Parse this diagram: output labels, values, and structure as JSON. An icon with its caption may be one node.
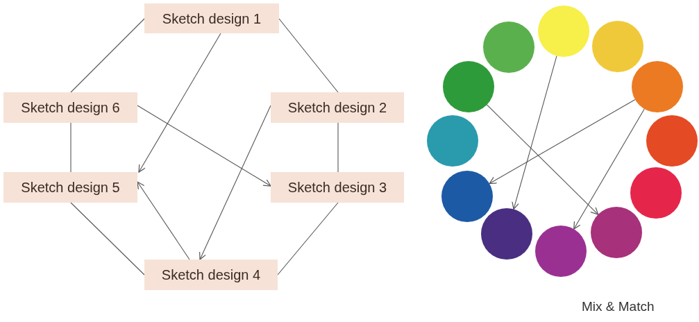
{
  "diagram": {
    "nodes": [
      {
        "text": [
          "Sketch design 1"
        ]
      },
      {
        "text": [
          "Sketch design 2"
        ]
      },
      {
        "text": [
          "Sketch design 3"
        ]
      },
      {
        "text": [
          "Sketch design 4"
        ]
      },
      {
        "text": [
          "Sketch design 5"
        ]
      },
      {
        "text": [
          "Sketch design 6"
        ]
      },
      {
        "text": [],
        "shape": "circle"
      },
      {
        "text": [],
        "shape": "circle"
      },
      {
        "text": [],
        "shape": "circle"
      },
      {
        "text": [],
        "shape": "circle"
      },
      {
        "text": [],
        "shape": "circle"
      },
      {
        "text": [],
        "shape": "circle"
      },
      {
        "text": [],
        "shape": "circle"
      },
      {
        "text": [],
        "shape": "circle"
      },
      {
        "text": [],
        "shape": "circle"
      },
      {
        "text": [],
        "shape": "circle"
      },
      {
        "text": [],
        "shape": "circle"
      },
      {
        "text": [],
        "shape": "circle"
      }
    ],
    "edges": [
      {
        "from": 0,
        "to": 1,
        "arrow": "none"
      },
      {
        "from": 1,
        "to": 2,
        "arrow": "none"
      },
      {
        "from": 2,
        "to": 3,
        "arrow": "none"
      },
      {
        "from": 3,
        "to": 4,
        "arrow": "none"
      },
      {
        "from": 4,
        "to": 5,
        "arrow": "none"
      },
      {
        "from": 5,
        "to": 0,
        "arrow": "none"
      },
      {
        "from": 0,
        "to": 4,
        "arrow": "to"
      },
      {
        "from": 5,
        "to": 2,
        "arrow": "to"
      },
      {
        "from": 1,
        "to": 3,
        "arrow": "to"
      },
      {
        "from": 3,
        "to": 4,
        "arrow": "to"
      },
      {
        "from": 6,
        "to": 13,
        "arrow": "to"
      },
      {
        "from": 8,
        "to": 14,
        "arrow": "to"
      },
      {
        "from": 8,
        "to": 12,
        "arrow": "to"
      },
      {
        "from": 16,
        "to": 11,
        "arrow": "to"
      }
    ],
    "labels": [
      "Mix & Match"
    ]
  }
}
